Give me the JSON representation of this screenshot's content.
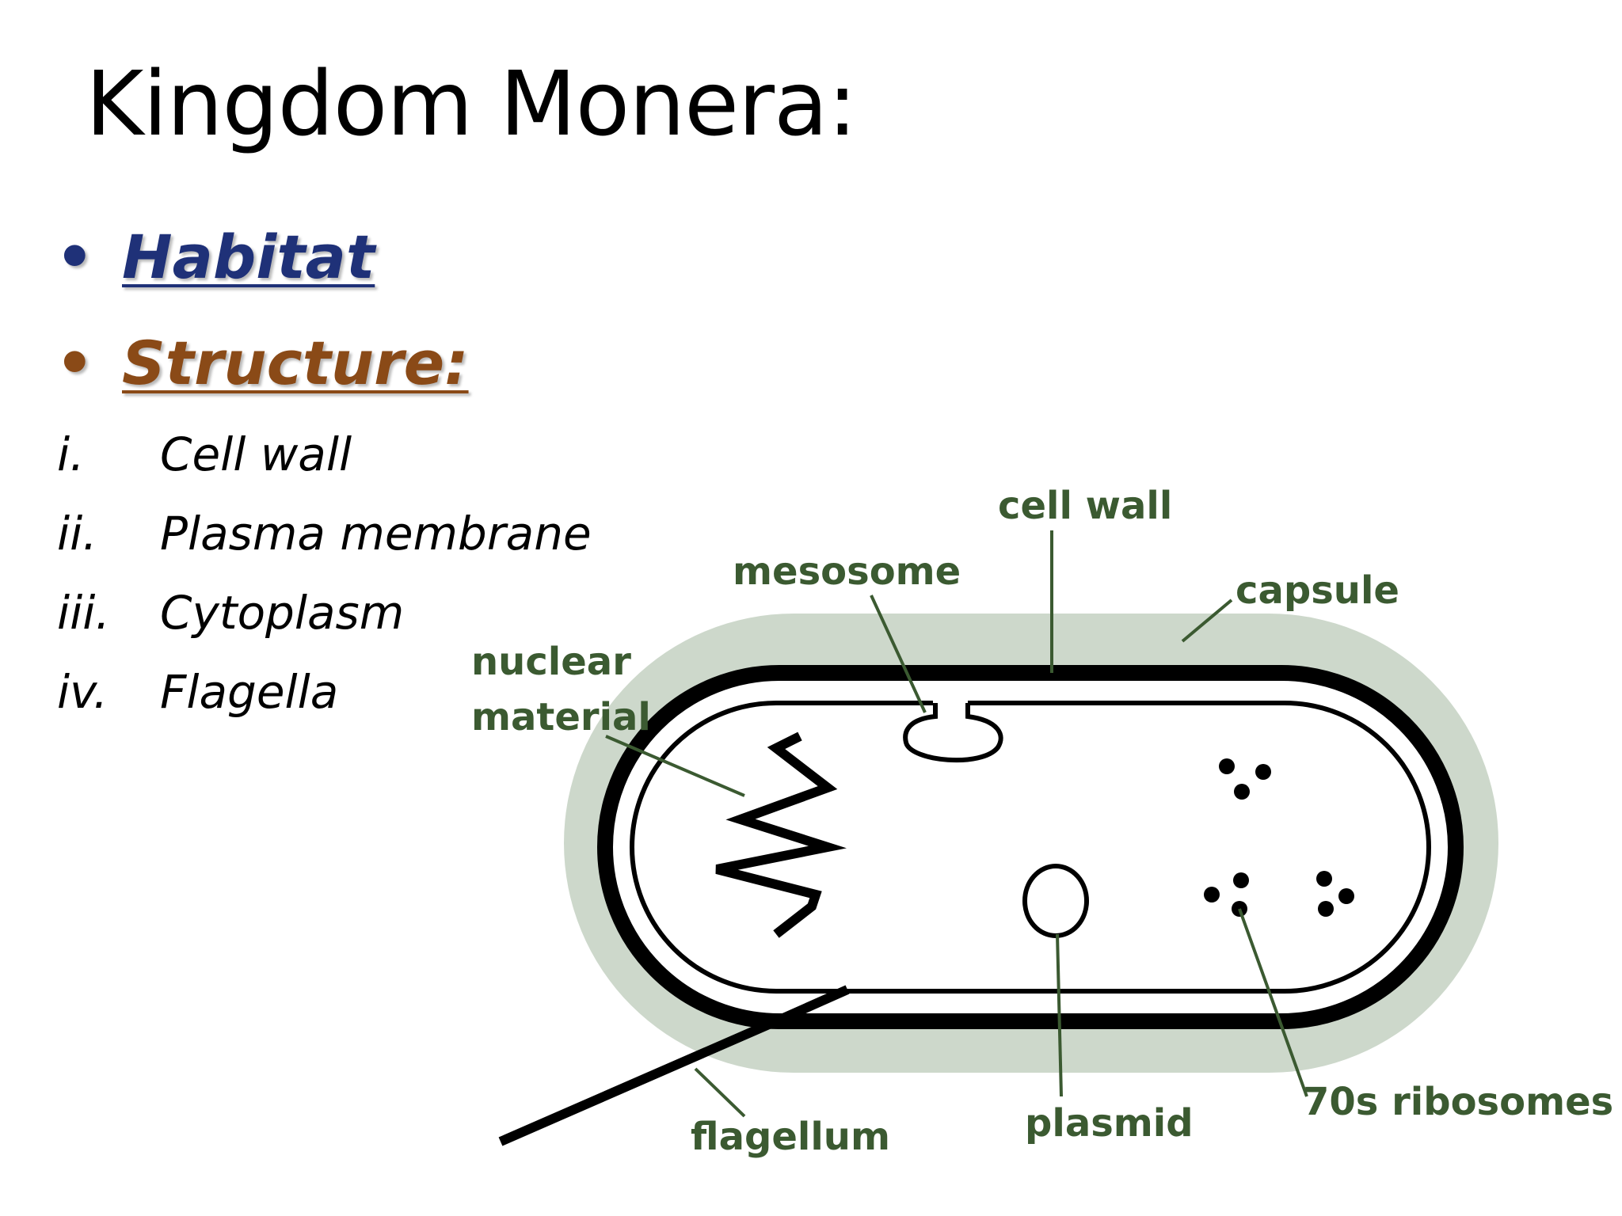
{
  "slide": {
    "title": "Kingdom Monera:",
    "bullets": [
      {
        "marker": "•",
        "label": "Habitat",
        "color": "#1f3178"
      },
      {
        "marker": "•",
        "label": "Structure:",
        "color": "#8a4a17"
      }
    ],
    "sub_items": [
      {
        "num": "i.",
        "label": "Cell wall"
      },
      {
        "num": "ii.",
        "label": "Plasma membrane"
      },
      {
        "num": "iii.",
        "label": "Cytoplasm"
      },
      {
        "num": "iv.",
        "label": "Flagella"
      }
    ]
  },
  "diagram": {
    "labels": {
      "cell_wall": "cell wall",
      "mesosome": "mesosome",
      "capsule": "capsule",
      "nuclear_material_1": "nuclear",
      "nuclear_material_2": "material",
      "flagellum": "flagellum",
      "plasmid": "plasmid",
      "ribosomes": "70s ribosomes"
    },
    "colors": {
      "capsule_fill": "#cdd8cb",
      "outline": "#000000",
      "label_text": "#3b5a31"
    }
  }
}
